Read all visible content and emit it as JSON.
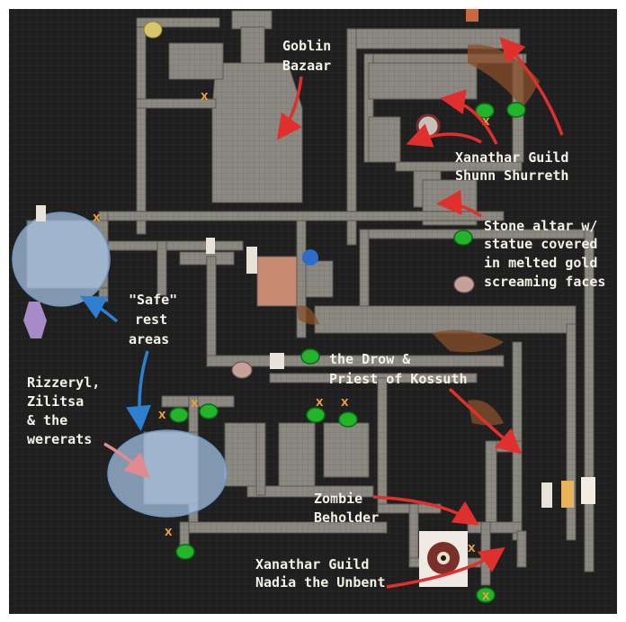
{
  "map": {
    "labels": {
      "goblin_bazaar": [
        "Goblin",
        "Bazaar"
      ],
      "xanathar_shunn": [
        "Xanathar Guild",
        "Shunn Shurreth"
      ],
      "stone_altar": [
        "Stone altar w/",
        "statue covered",
        "in melted gold",
        "screaming faces"
      ],
      "safe_rest": [
        "\"Safe\"",
        "rest",
        "areas"
      ],
      "drow_priest": [
        "the Drow &",
        "Priest of Kossuth"
      ],
      "rizzeryl": [
        "Rizzeryl,",
        "Zilitsa",
        "& the",
        "wererats"
      ],
      "zombie_beholder": [
        "Zombie",
        "Beholder"
      ],
      "xanathar_nadia": [
        "Xanathar Guild",
        "Nadia the Unbent"
      ]
    },
    "x_marker": "X",
    "colors": {
      "background": "#1e1e1e",
      "corridor": "#8e8a84",
      "annotation_red": "#e0302d",
      "annotation_blue": "#2f7fd0",
      "annotation_pink": "#e18a8f",
      "safe_area": "#a9c7ea",
      "marker_green": "#22b52b",
      "marker_pink": "#c6a19b",
      "rubble": "#8a4f2a",
      "x_color": "#f0a13a"
    }
  }
}
